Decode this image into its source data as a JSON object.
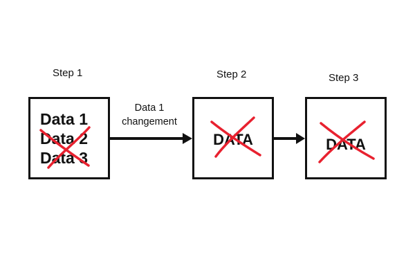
{
  "steps": [
    {
      "title": "Step 1",
      "lines": [
        "Data 1",
        "Data 2",
        "Data 3"
      ]
    },
    {
      "title": "Step 2",
      "text": "DATA"
    },
    {
      "title": "Step 3",
      "text": "DATA"
    }
  ],
  "edge_label": "Data 1 changement",
  "colors": {
    "stroke": "#111111",
    "cross": "#e8212f",
    "background": "#ffffff"
  },
  "icons": [
    "cross-mark-icon",
    "arrow-right-icon"
  ]
}
